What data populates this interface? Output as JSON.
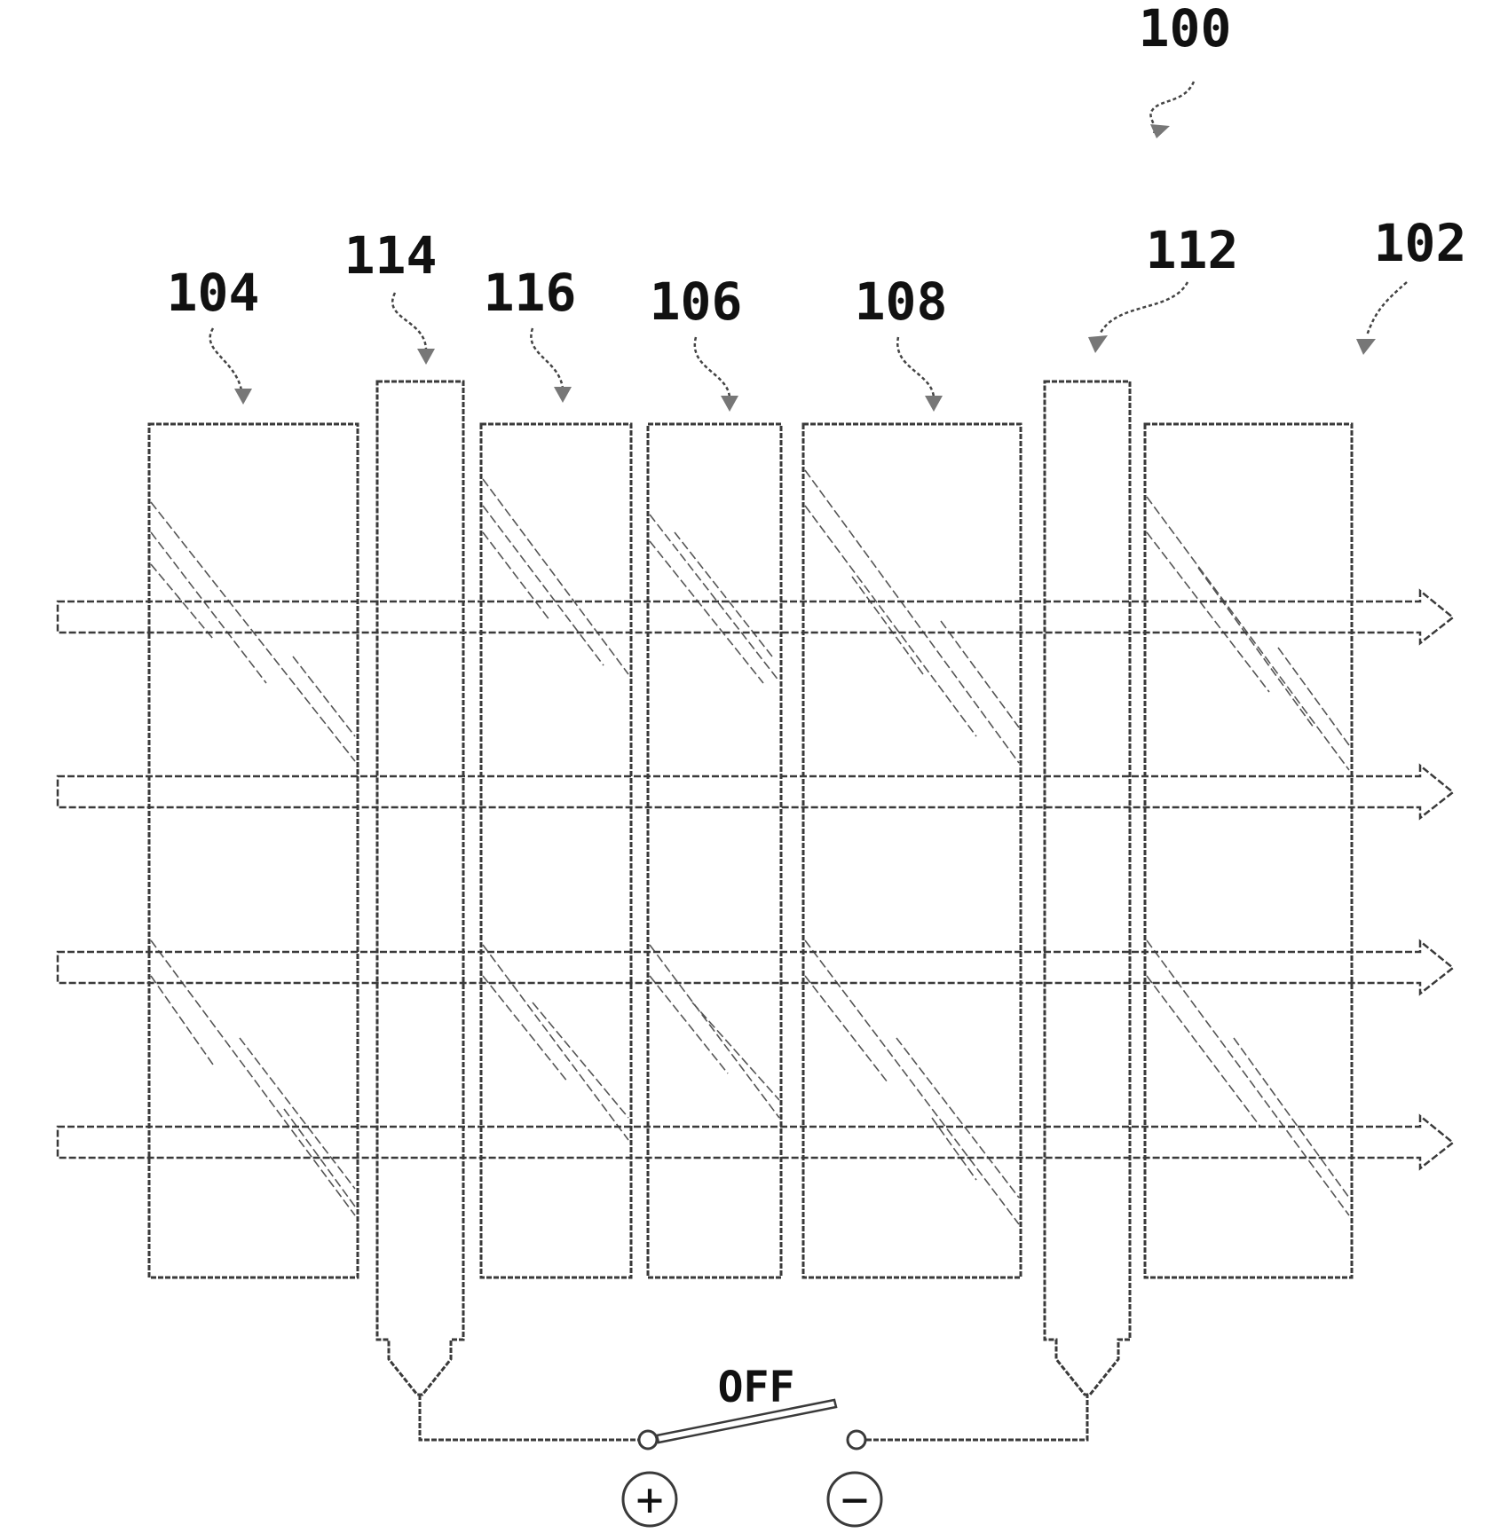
{
  "labels": {
    "system": "100",
    "device": "102",
    "layer_104": "104",
    "layer_106": "106",
    "layer_108": "108",
    "electrode_112": "112",
    "electrode_114": "114",
    "layer_116": "116"
  },
  "switch": {
    "state": "OFF"
  },
  "terminals": {
    "positive": "+",
    "negative": "−"
  },
  "colors": {
    "line": "#3a3a3a",
    "text": "#111111",
    "background": "#ffffff"
  }
}
